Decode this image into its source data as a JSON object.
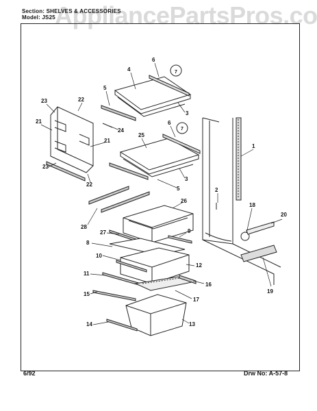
{
  "header": {
    "section": "Section: SHELVES & ACCESSORIES",
    "model": "Model: JS25"
  },
  "watermark": "AppliancePartsPros.com",
  "footer": {
    "date": "6/92",
    "drawing": "Drw No: A-57-8"
  },
  "callouts": [
    "1",
    "2",
    "3",
    "3",
    "4",
    "5",
    "5",
    "6",
    "6",
    "7",
    "7",
    "8",
    "9",
    "10",
    "11",
    "12",
    "13",
    "14",
    "15",
    "16",
    "17",
    "18",
    "19",
    "20",
    "21",
    "21",
    "22",
    "22",
    "23",
    "23",
    "24",
    "25",
    "26",
    "27",
    "28"
  ]
}
